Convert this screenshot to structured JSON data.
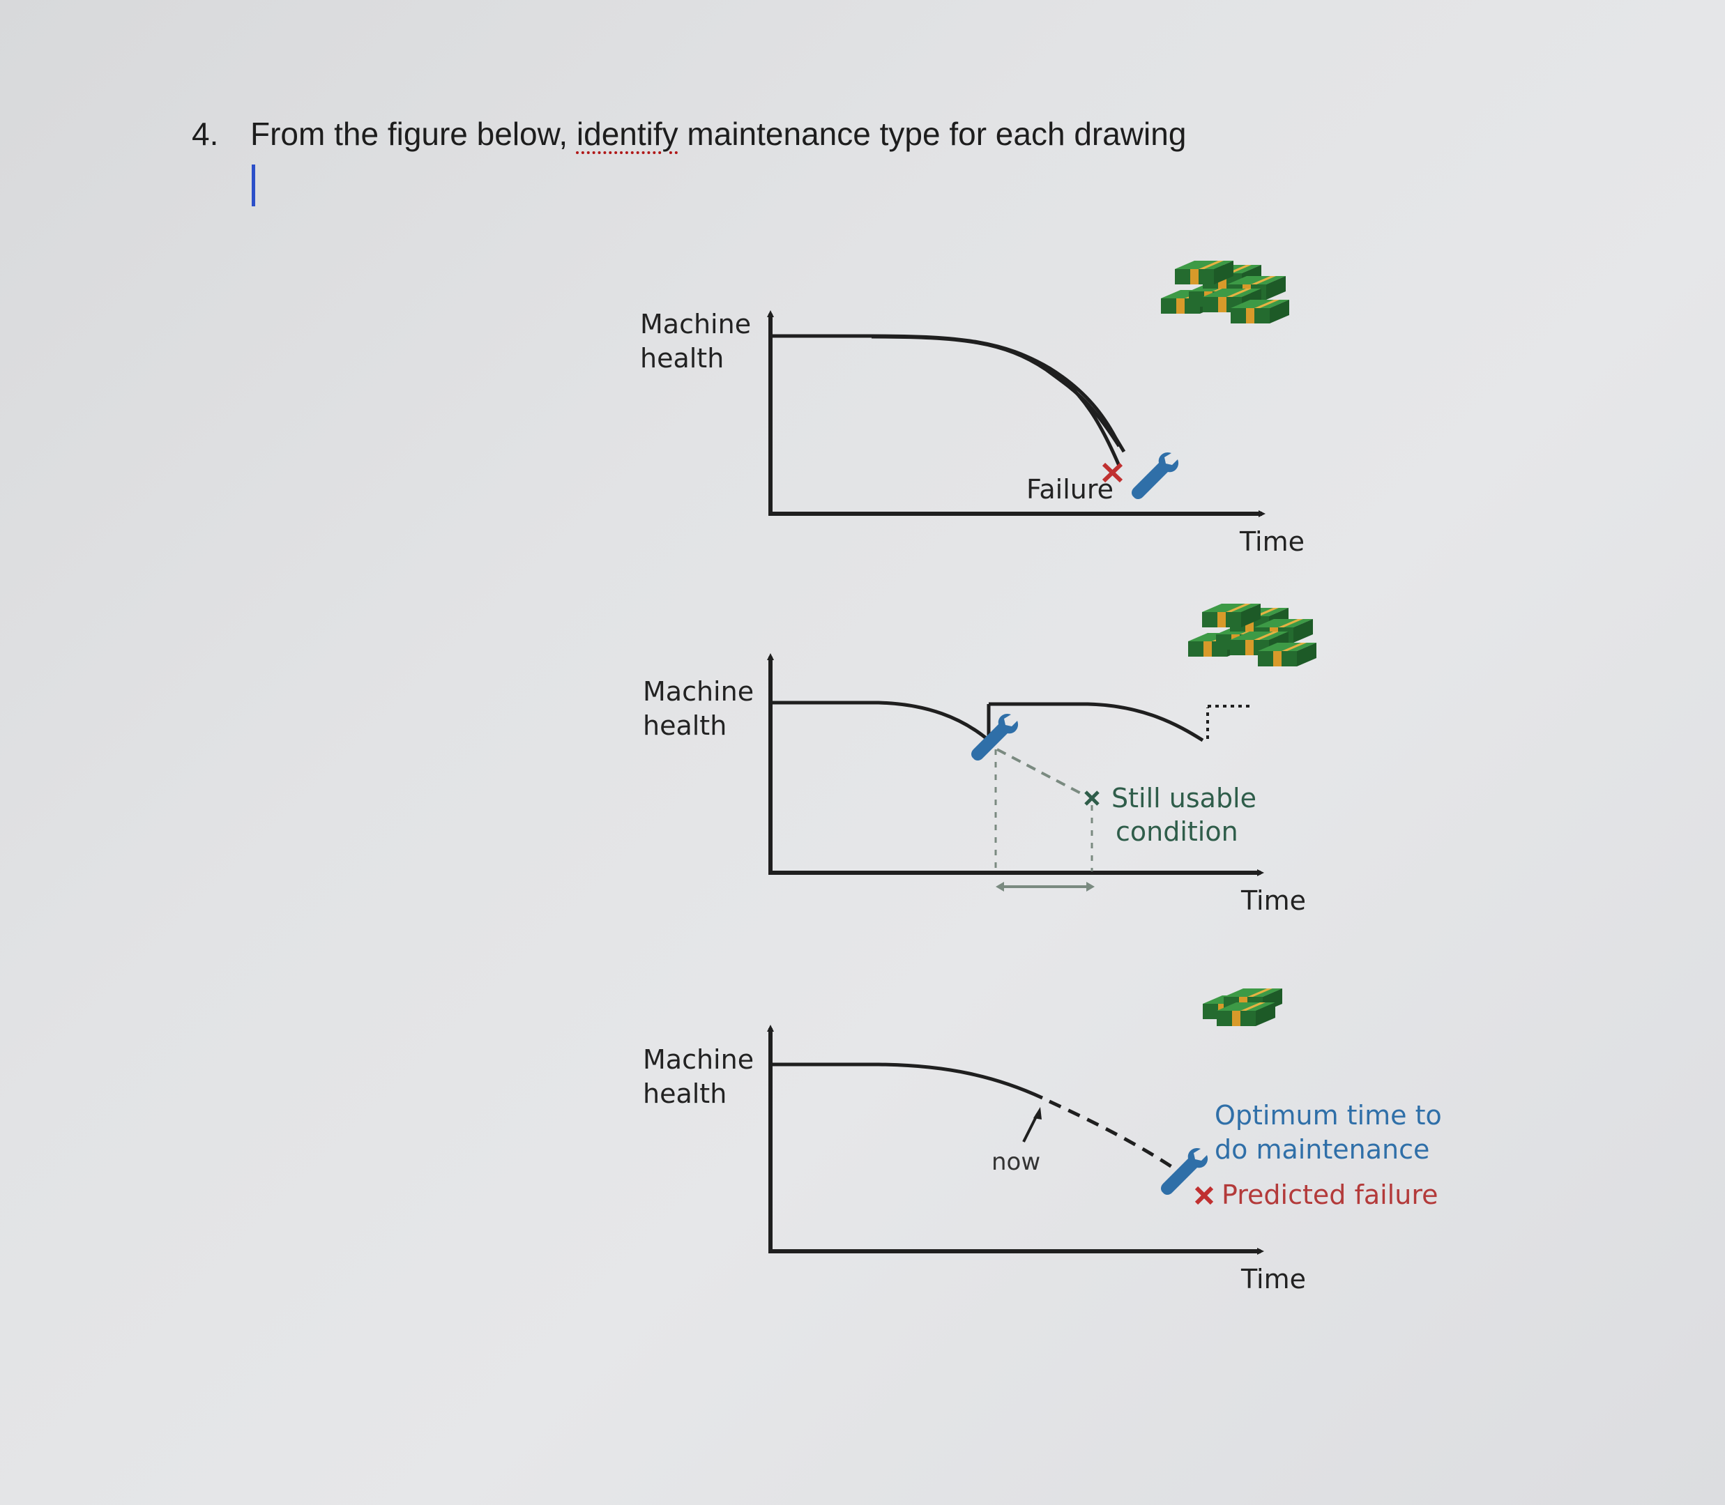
{
  "question": {
    "number": "4.",
    "text_before": "From the figure below, ",
    "misspelled_word": "identify",
    "text_after": " maintenance type for each drawing"
  },
  "diagrams": [
    {
      "y_label_line1": "Machine",
      "y_label_line2": "health",
      "x_label": "Time",
      "annotation": "Failure",
      "money_icon": "money-stack-large-icon"
    },
    {
      "y_label_line1": "Machine",
      "y_label_line2": "health",
      "x_label": "Time",
      "annotation_line1": "Still usable",
      "annotation_line2": "condition",
      "money_icon": "money-stack-large-icon"
    },
    {
      "y_label_line1": "Machine",
      "y_label_line2": "health",
      "x_label": "Time",
      "annotation_now": "now",
      "annotation_optimum_line1": "Optimum time to",
      "annotation_optimum_line2": "do maintenance",
      "annotation_predicted": "Predicted failure",
      "money_icon": "money-stack-small-icon"
    }
  ],
  "colors": {
    "axis": "#1f1f1f",
    "wrench": "#2f6fa8",
    "failure_x": "#c03030",
    "money_green": "#2c7a36",
    "money_gold": "#d89a2a",
    "cursor": "#2c4fc9",
    "spell_underline": "#b01818"
  }
}
